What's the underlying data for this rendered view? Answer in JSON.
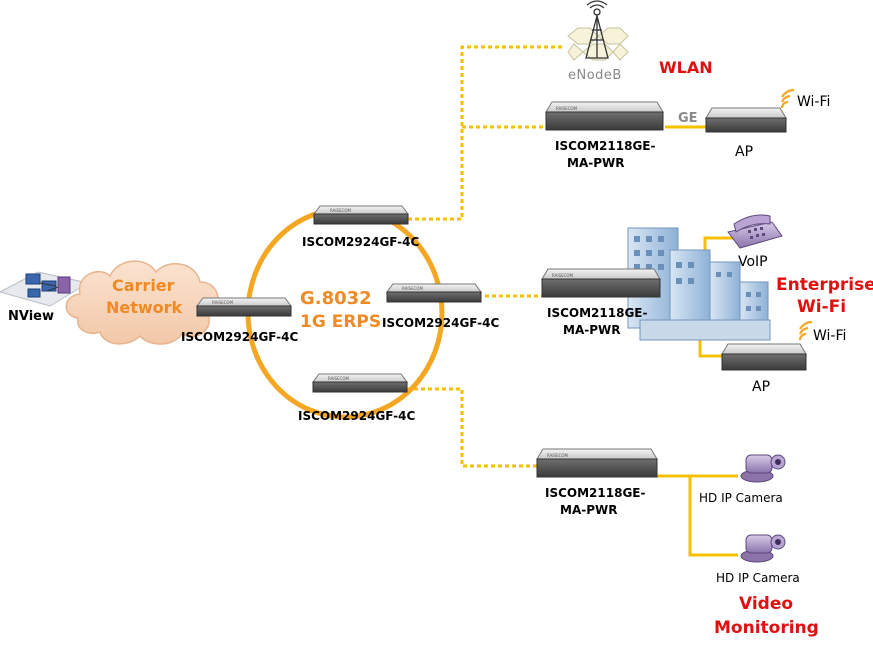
{
  "network": {
    "nview_label": "NView",
    "cloud_label_1": "Carrier",
    "cloud_label_2": "Network"
  },
  "ring": {
    "label_1": "G.8032",
    "label_2": "1G  ERPS",
    "color": "#f5a623"
  },
  "switches": {
    "top": "ISCOM2924GF-4C",
    "left": "ISCOM2924GF-4C",
    "right": "ISCOM2924GF-4C",
    "bottom": "ISCOM2924GF-4C"
  },
  "access_switches": {
    "wlan_line1": "ISCOM2118GE-",
    "wlan_line2": "MA-PWR",
    "enterprise_line1": "ISCOM2118GE-",
    "enterprise_line2": "MA-PWR",
    "video_line1": "ISCOM2118GE-",
    "video_line2": "MA-PWR"
  },
  "wlan": {
    "enodeb_label": "eNodeB",
    "section_title": "WLAN",
    "ge_label": "GE",
    "ap_label": "AP",
    "wifi_label": "Wi-Fi"
  },
  "enterprise": {
    "voip_label": "VoIP",
    "title_1": "Enterprise",
    "title_2": "Wi-Fi",
    "wifi_label": "Wi-Fi",
    "ap_label": "AP"
  },
  "video": {
    "camera1_label": "HD IP Camera",
    "camera2_label": "HD IP Camera",
    "title_1": "Video",
    "title_2": "Monitoring"
  },
  "colors": {
    "link_solid": "#f5c000",
    "link_dashed": "#f5c000",
    "alert_red": "#e01010",
    "accent_orange": "#f08a24"
  }
}
